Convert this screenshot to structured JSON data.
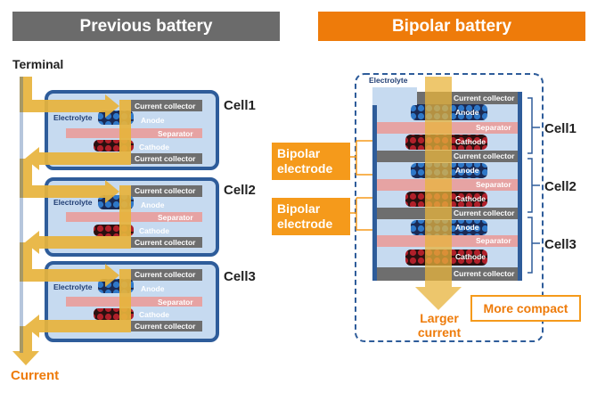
{
  "headers": {
    "previous": "Previous battery",
    "bipolar": "Bipolar battery"
  },
  "labels": {
    "terminal": "Terminal",
    "current": "Current",
    "electrolyte": "Electrolyte",
    "current_collector": "Current collector",
    "anode": "Anode",
    "separator": "Separator",
    "cathode": "Cathode",
    "cell1": "Cell1",
    "cell2": "Cell2",
    "cell3": "Cell3",
    "bipolar_electrode": "Bipolar electrode",
    "larger_current_line1": "Larger",
    "larger_current_line2": "current",
    "more_compact": "More compact"
  },
  "colors": {
    "orange": "#ee7b0a",
    "gray_header": "#6b6b6b",
    "cell_fill": "#c6daf0",
    "cell_border": "#2e5c9a",
    "collector": "#6e6e6e",
    "separator": "#e6a3a3",
    "arrow": "#e8b43c"
  }
}
